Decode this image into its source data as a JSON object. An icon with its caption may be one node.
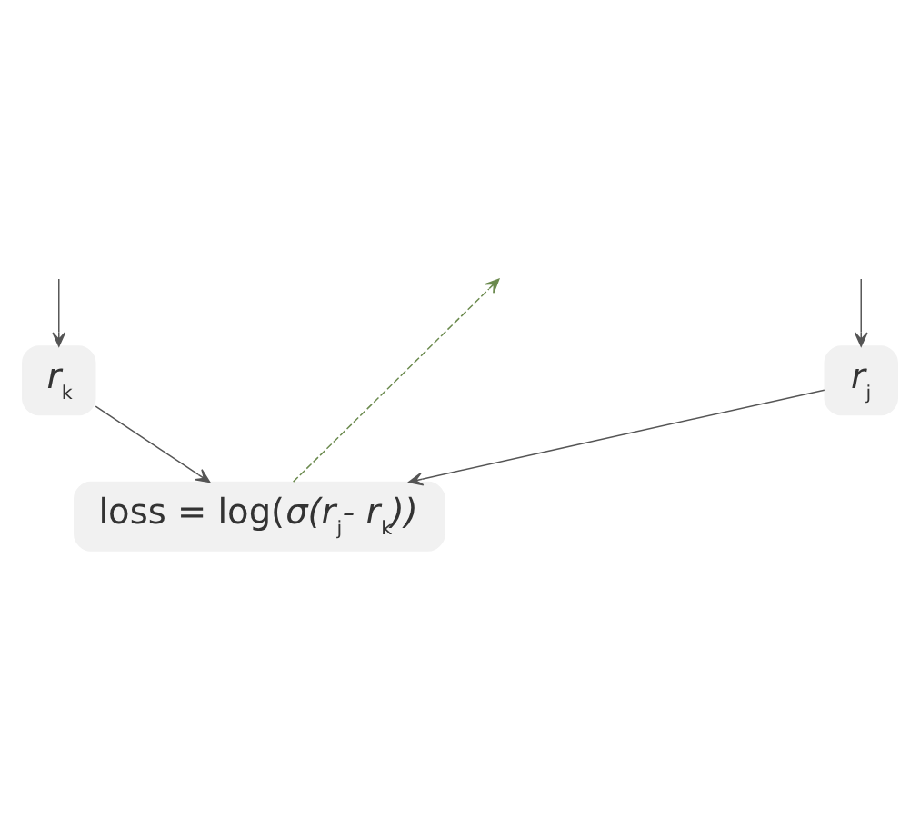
{
  "diagram": {
    "nodes": [
      {
        "text": [
          "*r*$_{j}$"
        ]
      },
      {
        "text": [
          "*r*$_{k}$"
        ]
      },
      {
        "text": [
          "loss = log(*σ(r*$_{j}$*- r*$_{k}$*))*"
        ]
      }
    ],
    "edges": [
      {
        "from": null,
        "to": 0,
        "arrow": "to"
      },
      {
        "from": null,
        "to": 1,
        "arrow": "to"
      },
      {
        "from": 0,
        "to": 2,
        "arrow": "to"
      },
      {
        "from": 1,
        "to": 2,
        "arrow": "to"
      },
      {
        "from": 2,
        "to": null,
        "arrow": "to",
        "style": "dashed",
        "color": "#6b8a4e"
      }
    ]
  }
}
